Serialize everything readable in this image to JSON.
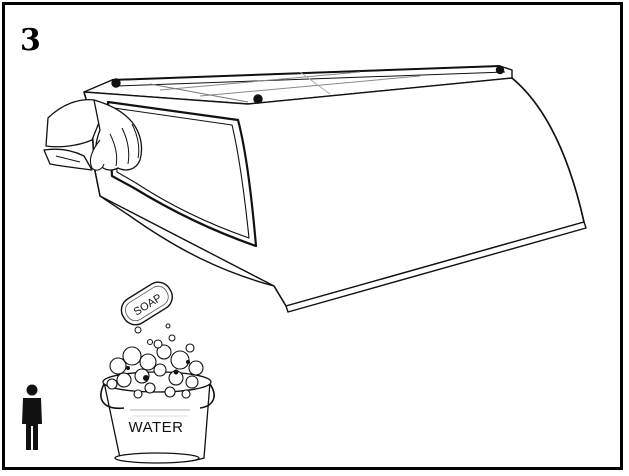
{
  "step": {
    "number": "3"
  },
  "bucket": {
    "label": "WATER"
  },
  "soap": {
    "label": "SOAP"
  },
  "icons": {
    "person": "person-icon",
    "hand": "hand-with-cloth-icon",
    "truck_cap": "truck-cap-illustration",
    "bucket": "bucket-icon",
    "soap": "soap-bar-icon"
  },
  "colors": {
    "line": "#000000",
    "background": "#ffffff"
  }
}
